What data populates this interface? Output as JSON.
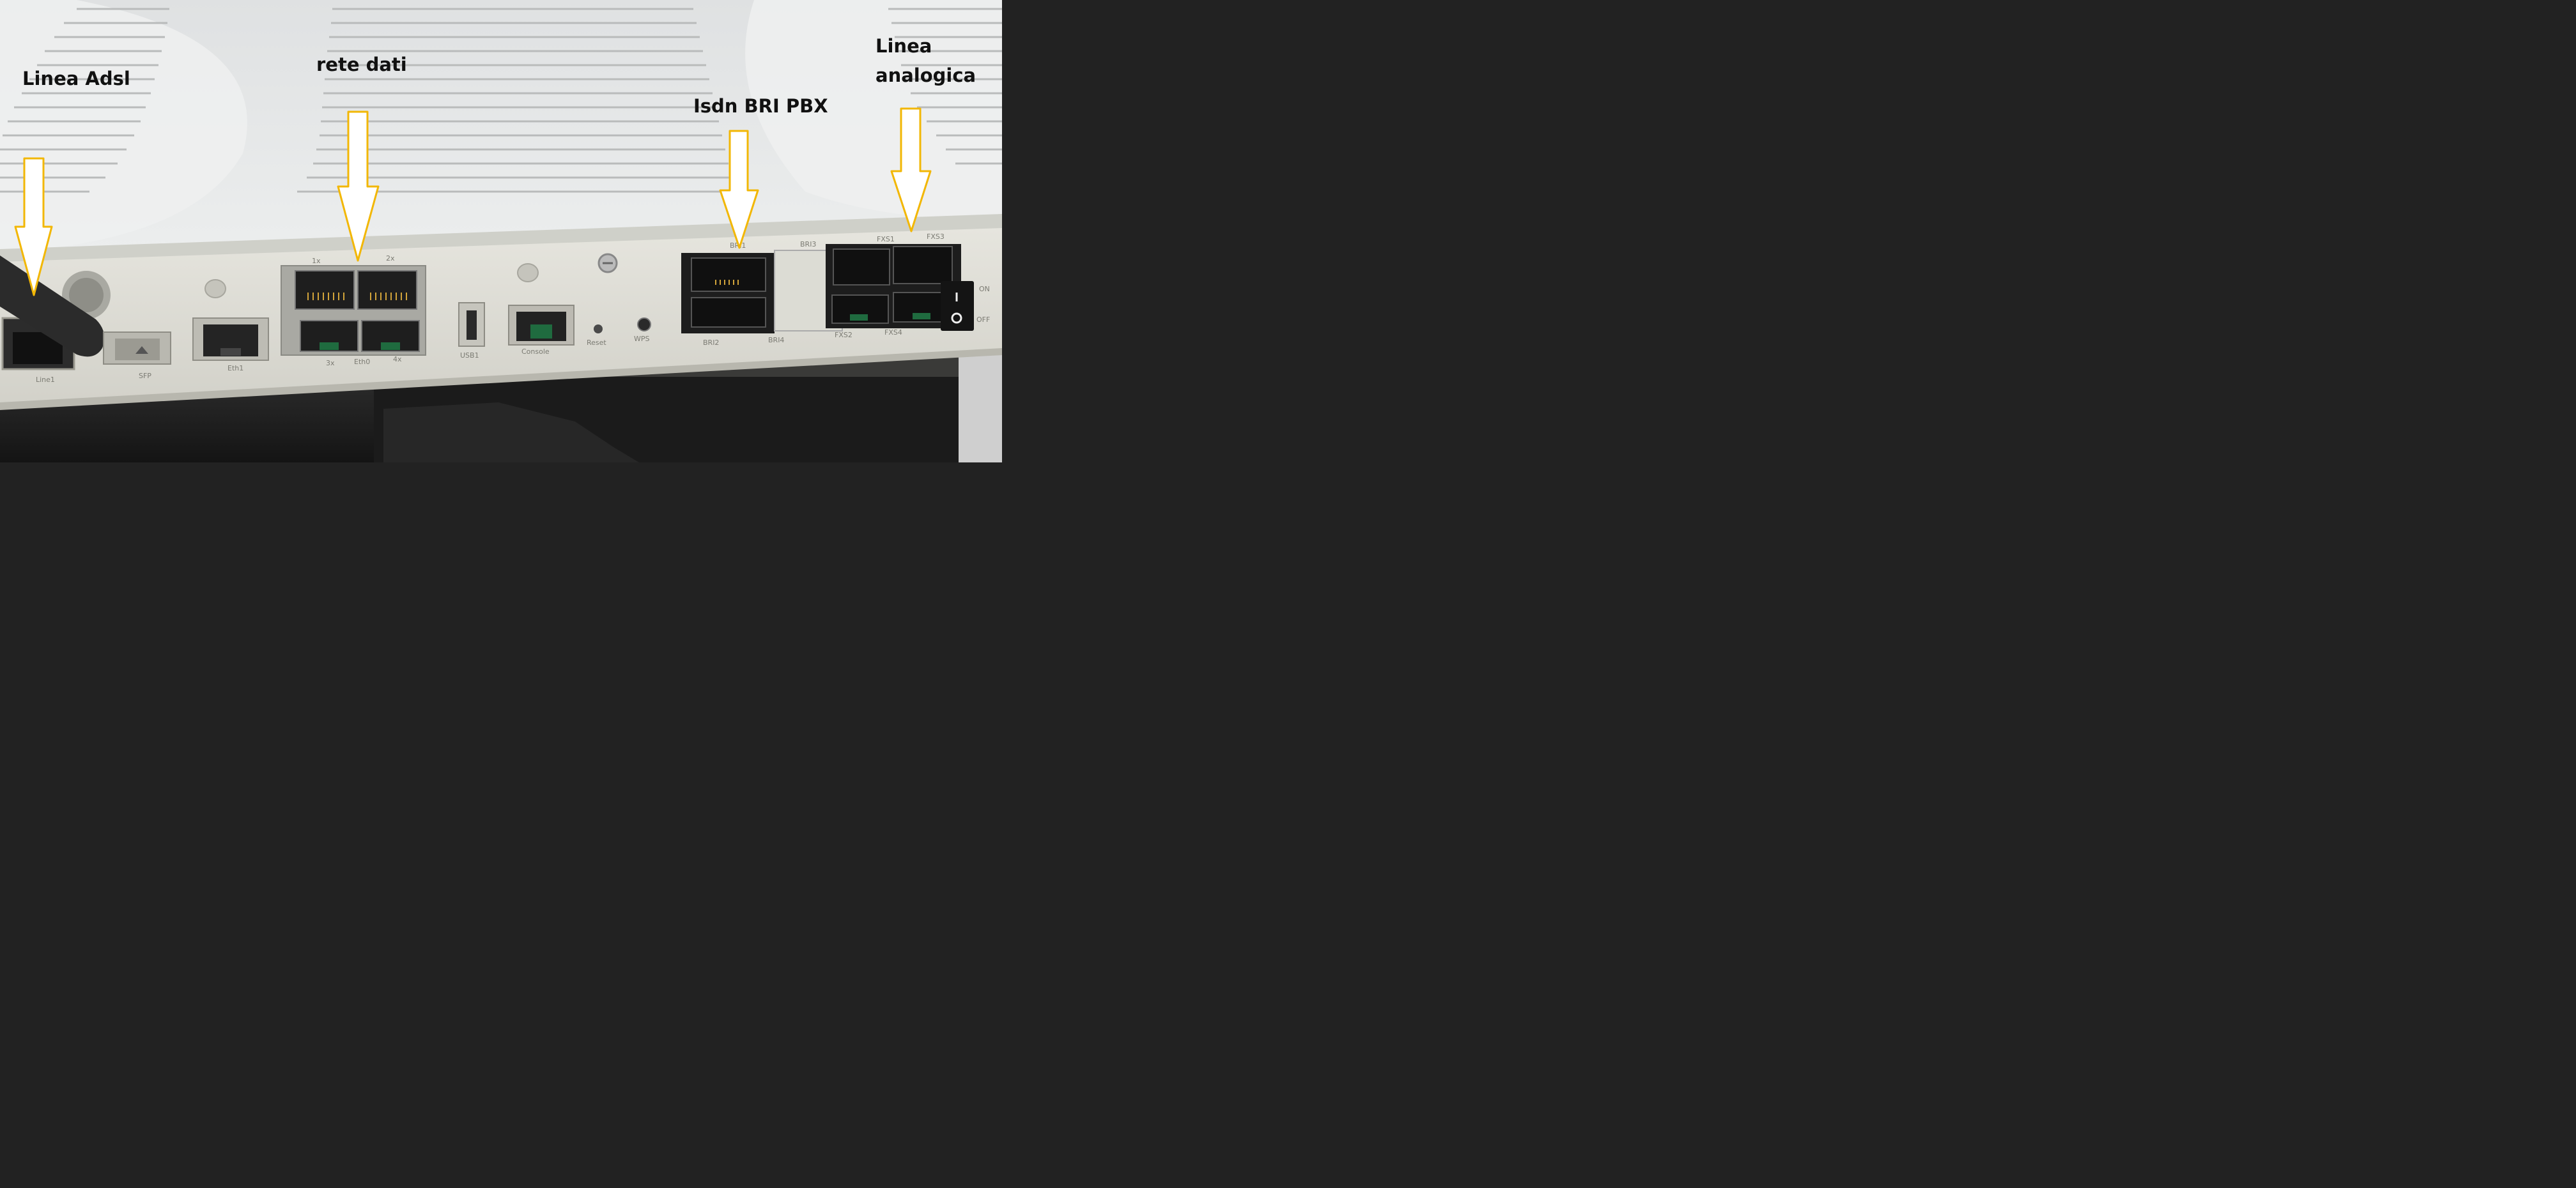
{
  "annotations": {
    "adsl": "Linea Adsl",
    "data_network": "rete dati",
    "isdn": "Isdn BRI PBX",
    "analog_line_1": "Linea",
    "analog_line_2": "analogica"
  },
  "port_labels": {
    "line1": "Line1",
    "sfp": "SFP",
    "eth1": "Eth1",
    "p1x": "1x",
    "p2x": "2x",
    "p3x": "3x",
    "eth0": "Eth0",
    "p4x": "4x",
    "usb1": "USB1",
    "console": "Console",
    "reset": "Reset",
    "wps": "WPS",
    "bri1": "BRI1",
    "bri3": "BRI3",
    "bri2": "BRI2",
    "bri4": "BRI4",
    "fxs1": "FXS1",
    "fxs3": "FXS3",
    "fxs2": "FXS2",
    "fxs4": "FXS4",
    "on": "ON",
    "off": "OFF"
  },
  "colors": {
    "arrow_fill": "#ffffff",
    "arrow_outline": "#f2b705",
    "device_body": "#e4e3dc",
    "panel": "#d8d7cf"
  },
  "icons": [
    "down-arrow-icon"
  ]
}
